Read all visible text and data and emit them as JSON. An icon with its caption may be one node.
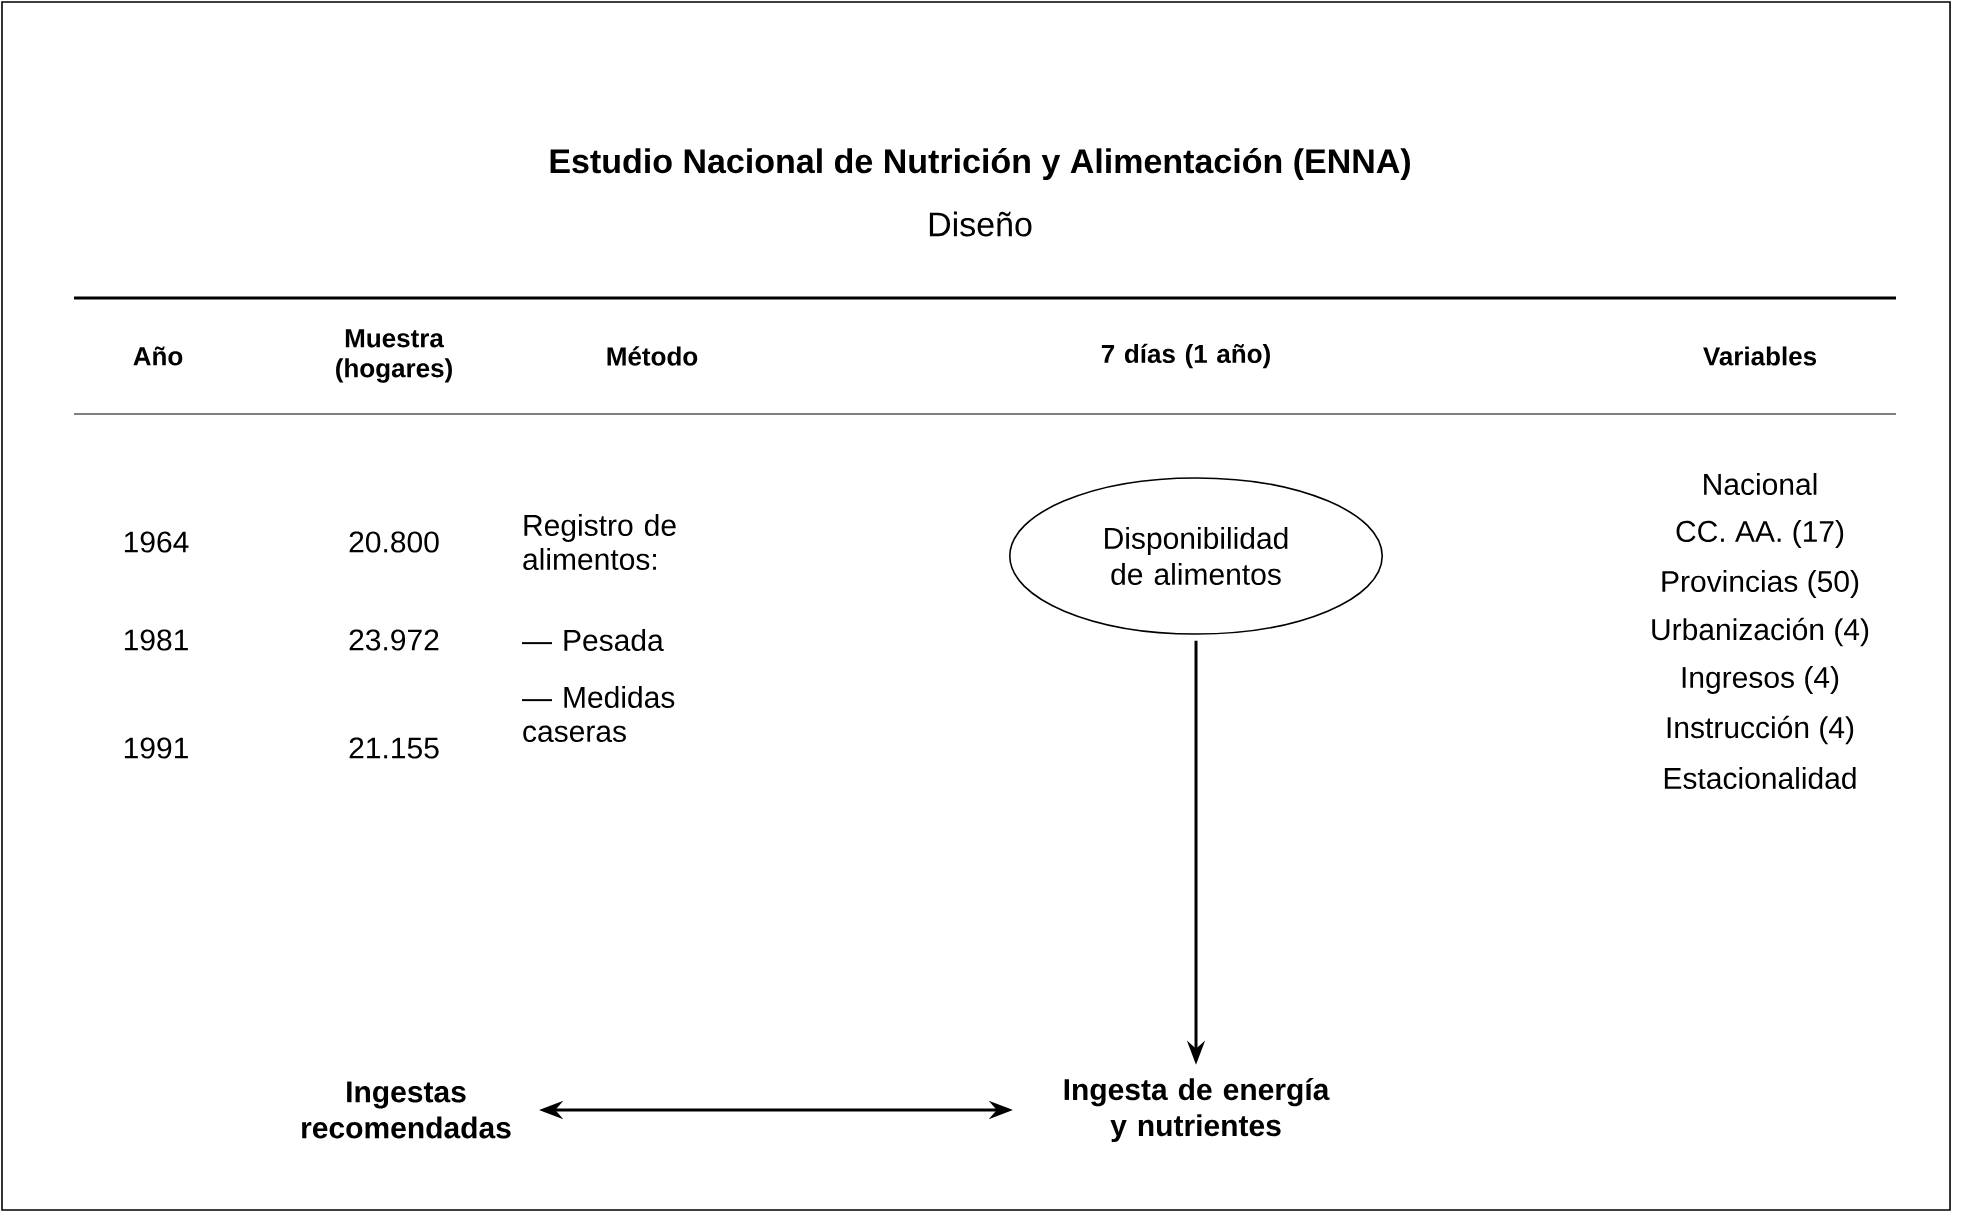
{
  "diagram": {
    "title": "Estudio Nacional de Nutrición y Alimentación (ENNA)",
    "nodes": [
      {
        "text": [
          "Disponibilidad de alimentos"
        ]
      },
      {
        "text": [
          "Ingesta de energía y nutrientes"
        ]
      },
      {
        "text": [
          "Ingestas recomendadas"
        ]
      }
    ],
    "edges": [
      {
        "from": 0,
        "to": 1,
        "arrow": "to"
      },
      {
        "from": 2,
        "to": 1,
        "arrow": "both"
      }
    ],
    "labels": [
      "Diseño",
      "Año",
      "Muestra (hogares)",
      "Método",
      "7 días (1 año)",
      "Variables",
      "Nacional",
      "1964",
      "20.800",
      "Registro de alimentos:",
      "CC. AA. (17)",
      "Provincias (50)",
      "1981",
      "23.972",
      "— Pesada",
      "Urbanización (4)",
      "Ingresos (4)",
      "— Medidas caseras",
      "1991",
      "21.155",
      "Instrucción (4)",
      "Estacionalidad"
    ]
  }
}
